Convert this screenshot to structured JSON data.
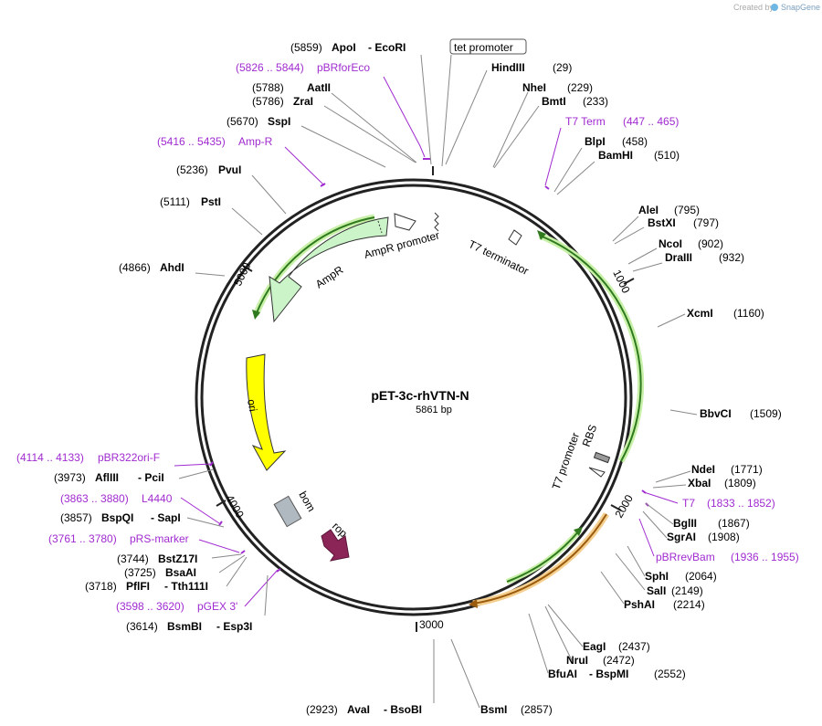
{
  "credit": {
    "text": "Created by",
    "brand": "SnapGene"
  },
  "plasmid": {
    "name": "pET-3c-rhVTN-N",
    "size": "5861 bp"
  },
  "ticks": {
    "t1000": "1000",
    "t2000": "2000",
    "t3000": "3000",
    "t4000": "4000",
    "t5000": "5000"
  },
  "features": {
    "tet_promoter": "tet promoter",
    "ampr": "AmpR",
    "ampr_promoter": "AmpR promoter",
    "t7_terminator": "T7 terminator",
    "ori": "ori",
    "bom": "bom",
    "rop": "rop",
    "t7_promoter": "T7 promoter",
    "rbs": "RBS"
  },
  "primers": {
    "pbrforeco": {
      "name": "pBRforEco",
      "range": "(5826 .. 5844)"
    },
    "t7term": {
      "name": "T7 Term",
      "range": "(447 .. 465)"
    },
    "ampr": {
      "name": "Amp-R",
      "range": "(5416 .. 5435)"
    },
    "pbr322ori": {
      "name": "pBR322ori-F",
      "range": "(4114 .. 4133)"
    },
    "l4440": {
      "name": "L4440",
      "range": "(3863 .. 3880)"
    },
    "t7": {
      "name": "T7",
      "range": "(1833 .. 1852)"
    },
    "prsmarker": {
      "name": "pRS-marker",
      "range": "(3761 .. 3780)"
    },
    "pbrrevbam": {
      "name": "pBRrevBam",
      "range": "(1936 .. 1955)"
    },
    "pgex3": {
      "name": "pGEX 3'",
      "range": "(3598 .. 3620)"
    }
  },
  "sites": {
    "apoi": {
      "name": "ApoI",
      "pos": "(5859)"
    },
    "ecori": {
      "name": "- EcoRI"
    },
    "hindiii": {
      "name": "HindIII",
      "pos": "(29)"
    },
    "aatii": {
      "name": "AatII",
      "pos": "(5788)"
    },
    "nhei": {
      "name": "NheI",
      "pos": "(229)"
    },
    "zrai": {
      "name": "ZraI",
      "pos": "(5786)"
    },
    "bmti": {
      "name": "BmtI",
      "pos": "(233)"
    },
    "sspi": {
      "name": "SspI",
      "pos": "(5670)"
    },
    "blpi": {
      "name": "BlpI",
      "pos": "(458)"
    },
    "bamhi": {
      "name": "BamHI",
      "pos": "(510)"
    },
    "pvui": {
      "name": "PvuI",
      "pos": "(5236)"
    },
    "psti": {
      "name": "PstI",
      "pos": "(5111)"
    },
    "alei": {
      "name": "AleI",
      "pos": "(795)"
    },
    "bstxi": {
      "name": "BstXI",
      "pos": "(797)"
    },
    "ncoi": {
      "name": "NcoI",
      "pos": "(902)"
    },
    "draiii": {
      "name": "DraIII",
      "pos": "(932)"
    },
    "ahdi": {
      "name": "AhdI",
      "pos": "(4866)"
    },
    "xcmi": {
      "name": "XcmI",
      "pos": "(1160)"
    },
    "bbvci": {
      "name": "BbvCI",
      "pos": "(1509)"
    },
    "ndei": {
      "name": "NdeI",
      "pos": "(1771)"
    },
    "xbai": {
      "name": "XbaI",
      "pos": "(1809)"
    },
    "afliii": {
      "name": "AflIII",
      "pos": "(3973)"
    },
    "pcii": {
      "name": "- PciI"
    },
    "bglii": {
      "name": "BglII",
      "pos": "(1867)"
    },
    "sgrai": {
      "name": "SgrAI",
      "pos": "(1908)"
    },
    "bspqi": {
      "name": "BspQI",
      "pos": "(3857)"
    },
    "sapi": {
      "name": "- SapI"
    },
    "bstz17i": {
      "name": "BstZ17I",
      "pos": "(3744)"
    },
    "sphi": {
      "name": "SphI",
      "pos": "(2064)"
    },
    "bsaai": {
      "name": "BsaAI",
      "pos": "(3725)"
    },
    "sali": {
      "name": "SalI",
      "pos": "(2149)"
    },
    "pflfi": {
      "name": "PflFI",
      "pos": "(3718)"
    },
    "tth111i": {
      "name": "- Tth111I"
    },
    "pshai": {
      "name": "PshAI",
      "pos": "(2214)"
    },
    "bsmbi": {
      "name": "BsmBI",
      "pos": "(3614)"
    },
    "esp3i": {
      "name": "- Esp3I"
    },
    "eagi": {
      "name": "EagI",
      "pos": "(2437)"
    },
    "nrui": {
      "name": "NruI",
      "pos": "(2472)"
    },
    "bfuai": {
      "name": "BfuAI"
    },
    "bspmi": {
      "name": "- BspMI",
      "pos": "(2552)"
    },
    "avai": {
      "name": "AvaI",
      "pos": "(2923)"
    },
    "bsobi": {
      "name": "- BsoBI"
    },
    "bsmi": {
      "name": "BsmI",
      "pos": "(2857)"
    }
  }
}
